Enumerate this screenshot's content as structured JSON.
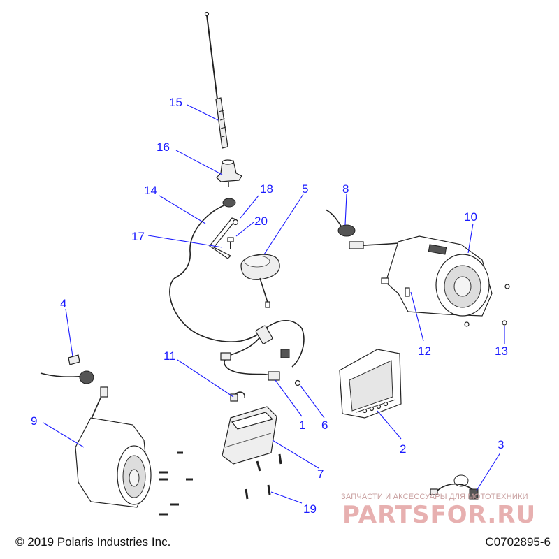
{
  "callouts": [
    "1",
    "2",
    "3",
    "4",
    "5",
    "6",
    "7",
    "8",
    "9",
    "10",
    "11",
    "12",
    "13",
    "14",
    "15",
    "16",
    "17",
    "18",
    "19",
    "20"
  ],
  "footer": {
    "copyright": "© 2019 Polaris Industries Inc.",
    "drawing_id": "C0702895-6"
  },
  "watermark": {
    "caption": "ЗАПЧАСТИ И АКСЕССУАРЫ ДЛЯ МОТОТЕХНИКИ",
    "logo_text": "PARTSFOR.RU"
  },
  "colors": {
    "callout": "#1a1aff",
    "linework": "#222222",
    "watermark": "#e7b0b0"
  }
}
